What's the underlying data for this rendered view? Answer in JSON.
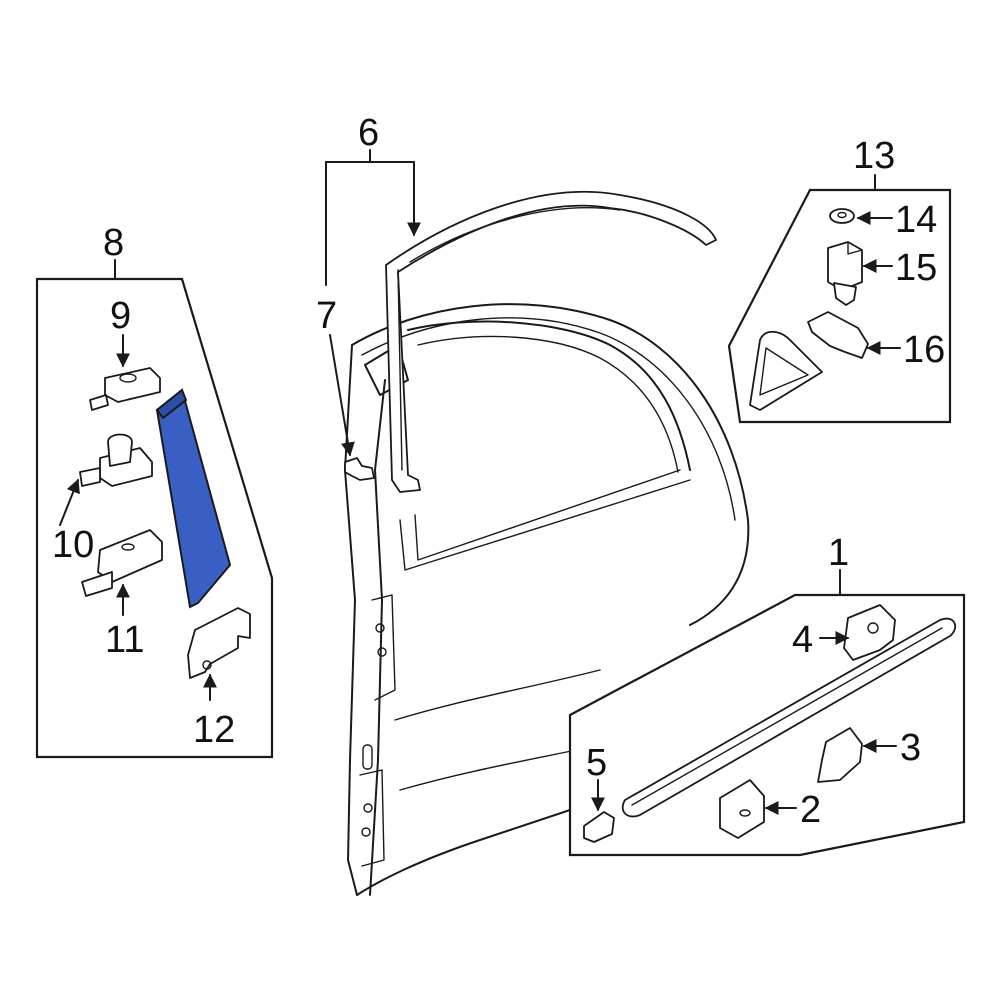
{
  "callouts": {
    "c1": "1",
    "c2": "2",
    "c3": "3",
    "c4": "4",
    "c5": "5",
    "c6": "6",
    "c7": "7",
    "c8": "8",
    "c9": "9",
    "c10": "10",
    "c11": "11",
    "c12": "12",
    "c13": "13",
    "c14": "14",
    "c15": "15",
    "c16": "16"
  },
  "colors": {
    "highlight": "#3a5fc4",
    "ink": "#1a1a1a",
    "background": "#ffffff"
  },
  "highlighted_part": "c8-applique-panel"
}
